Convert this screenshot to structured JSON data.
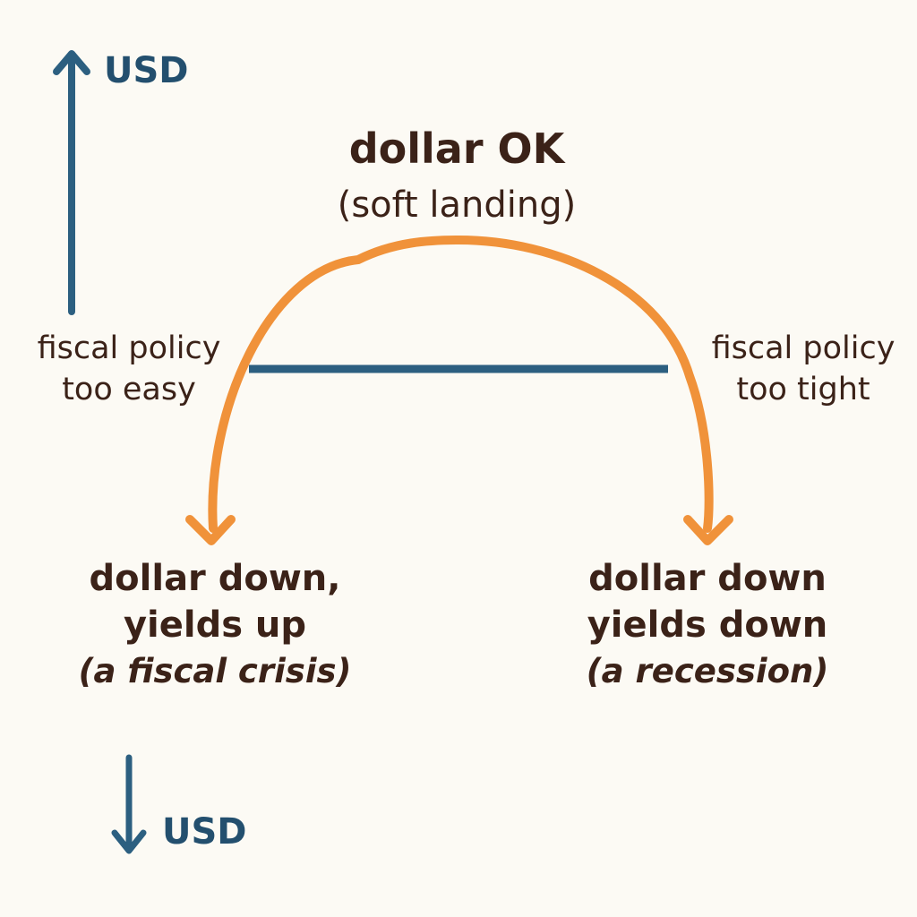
{
  "axis": {
    "top_label": "USD",
    "bottom_label": "USD"
  },
  "top": {
    "title": "dollar OK",
    "subtitle": "(soft landing)"
  },
  "left_side": {
    "line1": "fiscal policy",
    "line2": "too easy"
  },
  "right_side": {
    "line1": "fiscal policy",
    "line2": "too tight"
  },
  "left_outcome": {
    "line1": "dollar down,",
    "line2": "yields up",
    "note": "(a fiscal crisis)"
  },
  "right_outcome": {
    "line1": "dollar down",
    "line2": "yields down",
    "note": "(a recession)"
  },
  "colors": {
    "arc": "#f0923a",
    "axis": "#2c5f80",
    "text": "#3b2218",
    "background": "#fcfaf4"
  }
}
